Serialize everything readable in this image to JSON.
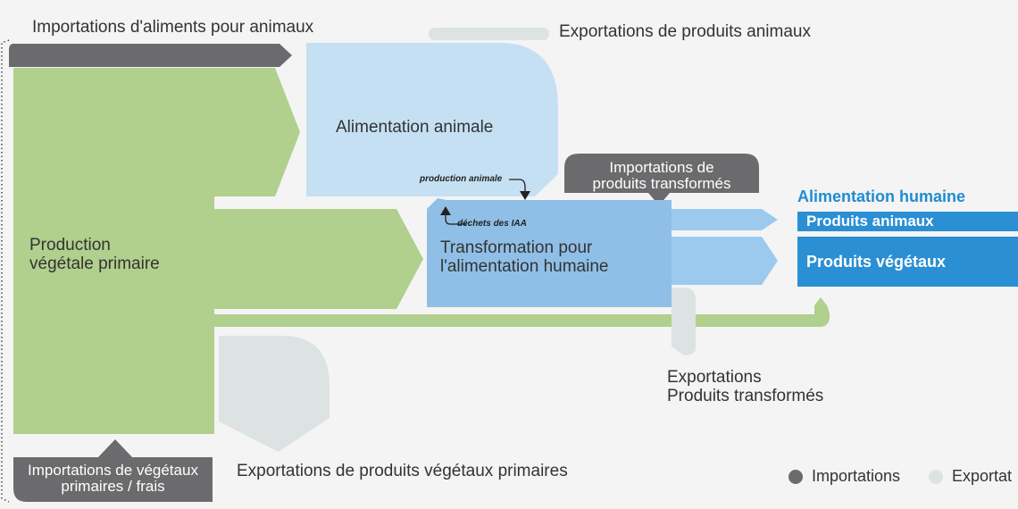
{
  "colors": {
    "vegetal_green": "#b1cf8d",
    "animal_feed_blue": "#c5e0f3",
    "transformation_blue": "#8fbfe6",
    "human_food_blue": "#2a8fd3",
    "imports_gray": "#6b6b6d",
    "exports_gray": "#dde2e2",
    "arrow_light_blue": "#9ccaee"
  },
  "labels": {
    "imports_animal_feed": "Importations d'aliments pour animaux",
    "exports_animal_products": "Exportations de produits animaux",
    "animal_feed": "Alimentation animale",
    "animal_production": "production animale",
    "agrifood_waste": "déchets des IAA",
    "imports_processed_line1": "Importations de",
    "imports_processed_line2": "produits transformés",
    "human_food_title": "Alimentation humaine",
    "animal_products": "Produits animaux",
    "plant_products": "Produits végétaux",
    "primary_plant_production_line1": "Production",
    "primary_plant_production_line2": "végétale primaire",
    "transformation_line1": "Transformation pour",
    "transformation_line2": "l'alimentation humaine",
    "exports_processed_line1": "Exportations",
    "exports_processed_line2": "Produits transformés",
    "imports_plants_line1": "Importations de végétaux",
    "imports_plants_line2": "primaires / frais",
    "exports_primary_plants": "Exportations de produits végétaux primaires"
  },
  "legend": {
    "imports": "Importations",
    "exports": "Exportat"
  }
}
